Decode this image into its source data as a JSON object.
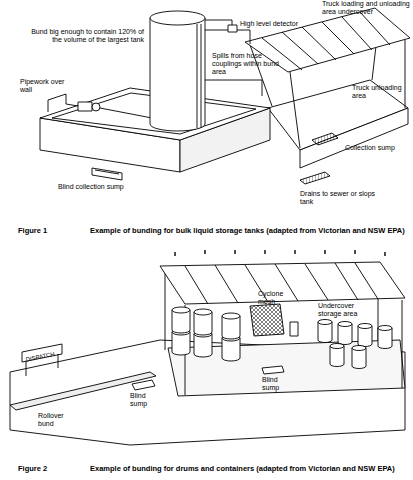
{
  "diagram": {
    "labels": [
      "Truck loading and unloading area undercover",
      "High level detector",
      "Bund big enough to contain 120% of the volume of the largest tank",
      "Spills from hose couplings within bund area",
      "Pipework over wall",
      "Truck unloading area",
      "Collection sump",
      "Blind collection sump",
      "Drains to sewer or slops tank",
      "Figure 1",
      "Example of bunding for bulk liquid storage tanks (adapted from Victorian and NSW EPA)",
      "Cyclone mesh",
      "Undercover storage area",
      "DISPATCH",
      "Rollover bund",
      "Blind sump",
      "Blind sump",
      "Figure 2",
      "Example of bunding for drums and containers (adapted from Victorian and NSW EPA)"
    ]
  }
}
